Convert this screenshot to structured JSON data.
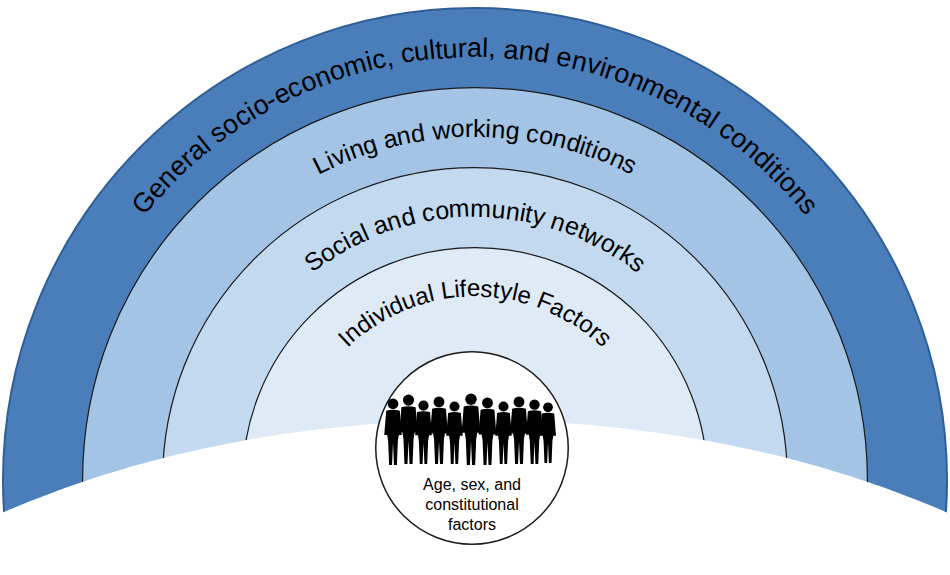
{
  "diagram": {
    "nodes": [
      {
        "text": [
          "General socio-economic, cultural, and environmental conditions"
        ]
      },
      {
        "text": [
          "Living and working conditions"
        ],
        "in": 0
      },
      {
        "text": [
          "Social and community networks"
        ],
        "in": 1
      },
      {
        "text": [
          "Individual Lifestyle Factors"
        ],
        "in": 2
      },
      {
        "text": [
          "Age, sex, and constitutional factors"
        ],
        "in": 3
      }
    ]
  }
}
